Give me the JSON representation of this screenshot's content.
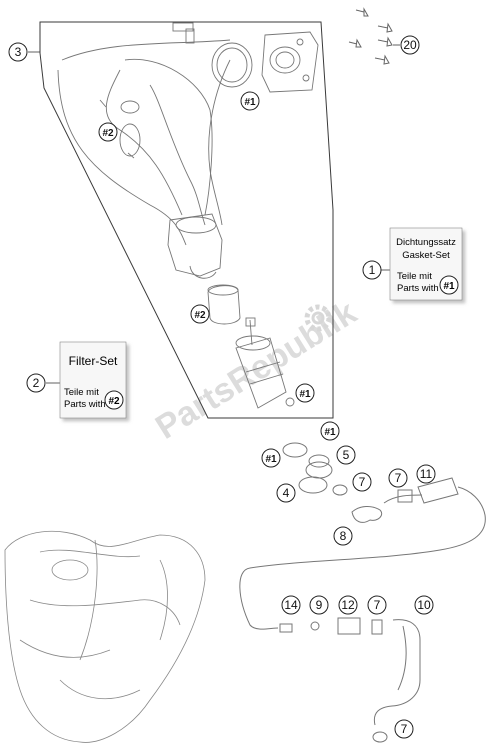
{
  "watermark": "PartsRepublik",
  "gasket_set": {
    "title_de": "Dichtungssatz",
    "title_en": "Gasket-Set",
    "line1": "Teile mit",
    "line2": "Parts with",
    "ref": "#1"
  },
  "filter_set": {
    "title": "Filter-Set",
    "line1": "Teile mit",
    "line2": "Parts with",
    "ref": "#2"
  },
  "callouts": {
    "c1": "1",
    "c2": "2",
    "c3": "3",
    "c4": "4",
    "c5": "5",
    "c7a": "7",
    "c7b": "7",
    "c7c": "7",
    "c7d": "7",
    "c8": "8",
    "c9": "9",
    "c10": "10",
    "c11": "11",
    "c12": "12",
    "c14": "14",
    "c20": "20"
  },
  "refs": {
    "r1_top": "#1",
    "r2_mid": "#2",
    "r2_lower": "#2",
    "r1_pump": "#1",
    "r1_right": "#1",
    "r1_left": "#1"
  },
  "colors": {
    "line": "#3a3a3a",
    "watermark": "#d9d9d9",
    "box_fill": "#f7f7f7",
    "box_shadow": "#bdbdbd"
  }
}
